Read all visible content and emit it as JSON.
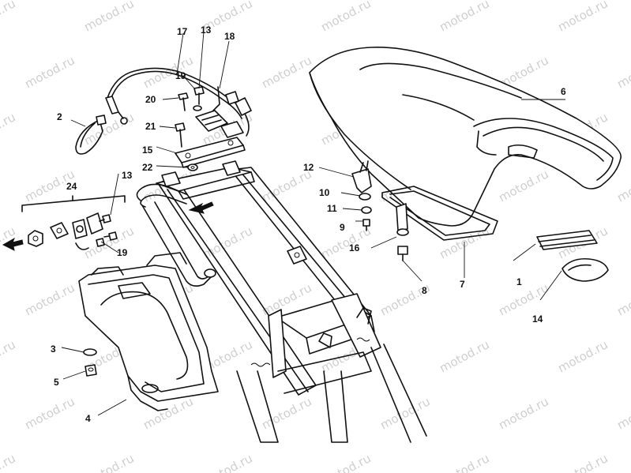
{
  "watermark": "motod.ru",
  "group_label": "24",
  "callouts": [
    {
      "id": "c1",
      "label": "1"
    },
    {
      "id": "c2",
      "label": "2"
    },
    {
      "id": "c3",
      "label": "3"
    },
    {
      "id": "c4",
      "label": "4"
    },
    {
      "id": "c5",
      "label": "5"
    },
    {
      "id": "c6",
      "label": "6"
    },
    {
      "id": "c7",
      "label": "7"
    },
    {
      "id": "c8",
      "label": "8"
    },
    {
      "id": "c9",
      "label": "9"
    },
    {
      "id": "c10",
      "label": "10"
    },
    {
      "id": "c11",
      "label": "11"
    },
    {
      "id": "c12",
      "label": "12"
    },
    {
      "id": "c13a",
      "label": "13"
    },
    {
      "id": "c13b",
      "label": "13"
    },
    {
      "id": "c14",
      "label": "14"
    },
    {
      "id": "c15",
      "label": "15"
    },
    {
      "id": "c16",
      "label": "16"
    },
    {
      "id": "c17",
      "label": "17"
    },
    {
      "id": "c18",
      "label": "18"
    },
    {
      "id": "c19a",
      "label": "19"
    },
    {
      "id": "c19b",
      "label": "19"
    },
    {
      "id": "c20",
      "label": "20"
    },
    {
      "id": "c21",
      "label": "21"
    },
    {
      "id": "c22",
      "label": "22"
    }
  ]
}
